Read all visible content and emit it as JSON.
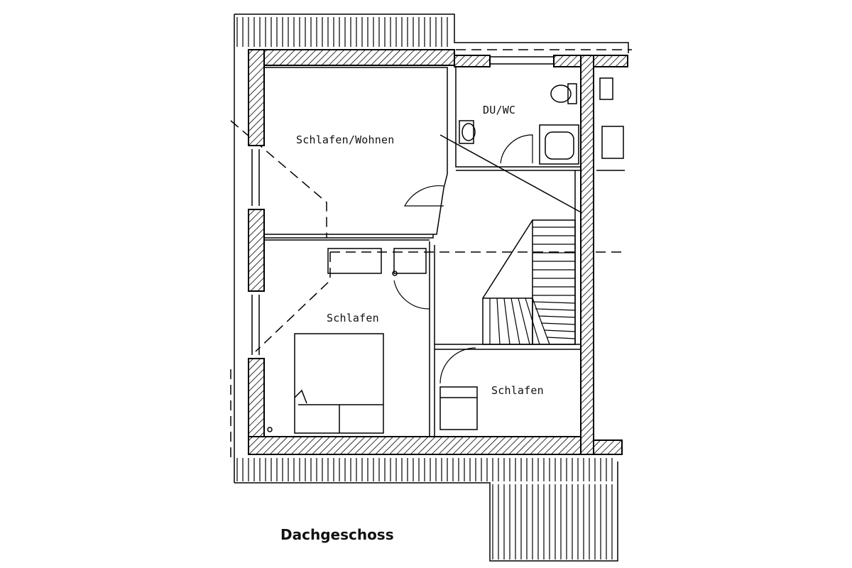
{
  "rooms": {
    "schlafen_wohnen": "Schlafen/Wohnen",
    "du_wc": "DU/WC",
    "schlafen_left": "Schlafen",
    "schlafen_right": "Schlafen"
  },
  "floor_label": "Dachgeschoss"
}
